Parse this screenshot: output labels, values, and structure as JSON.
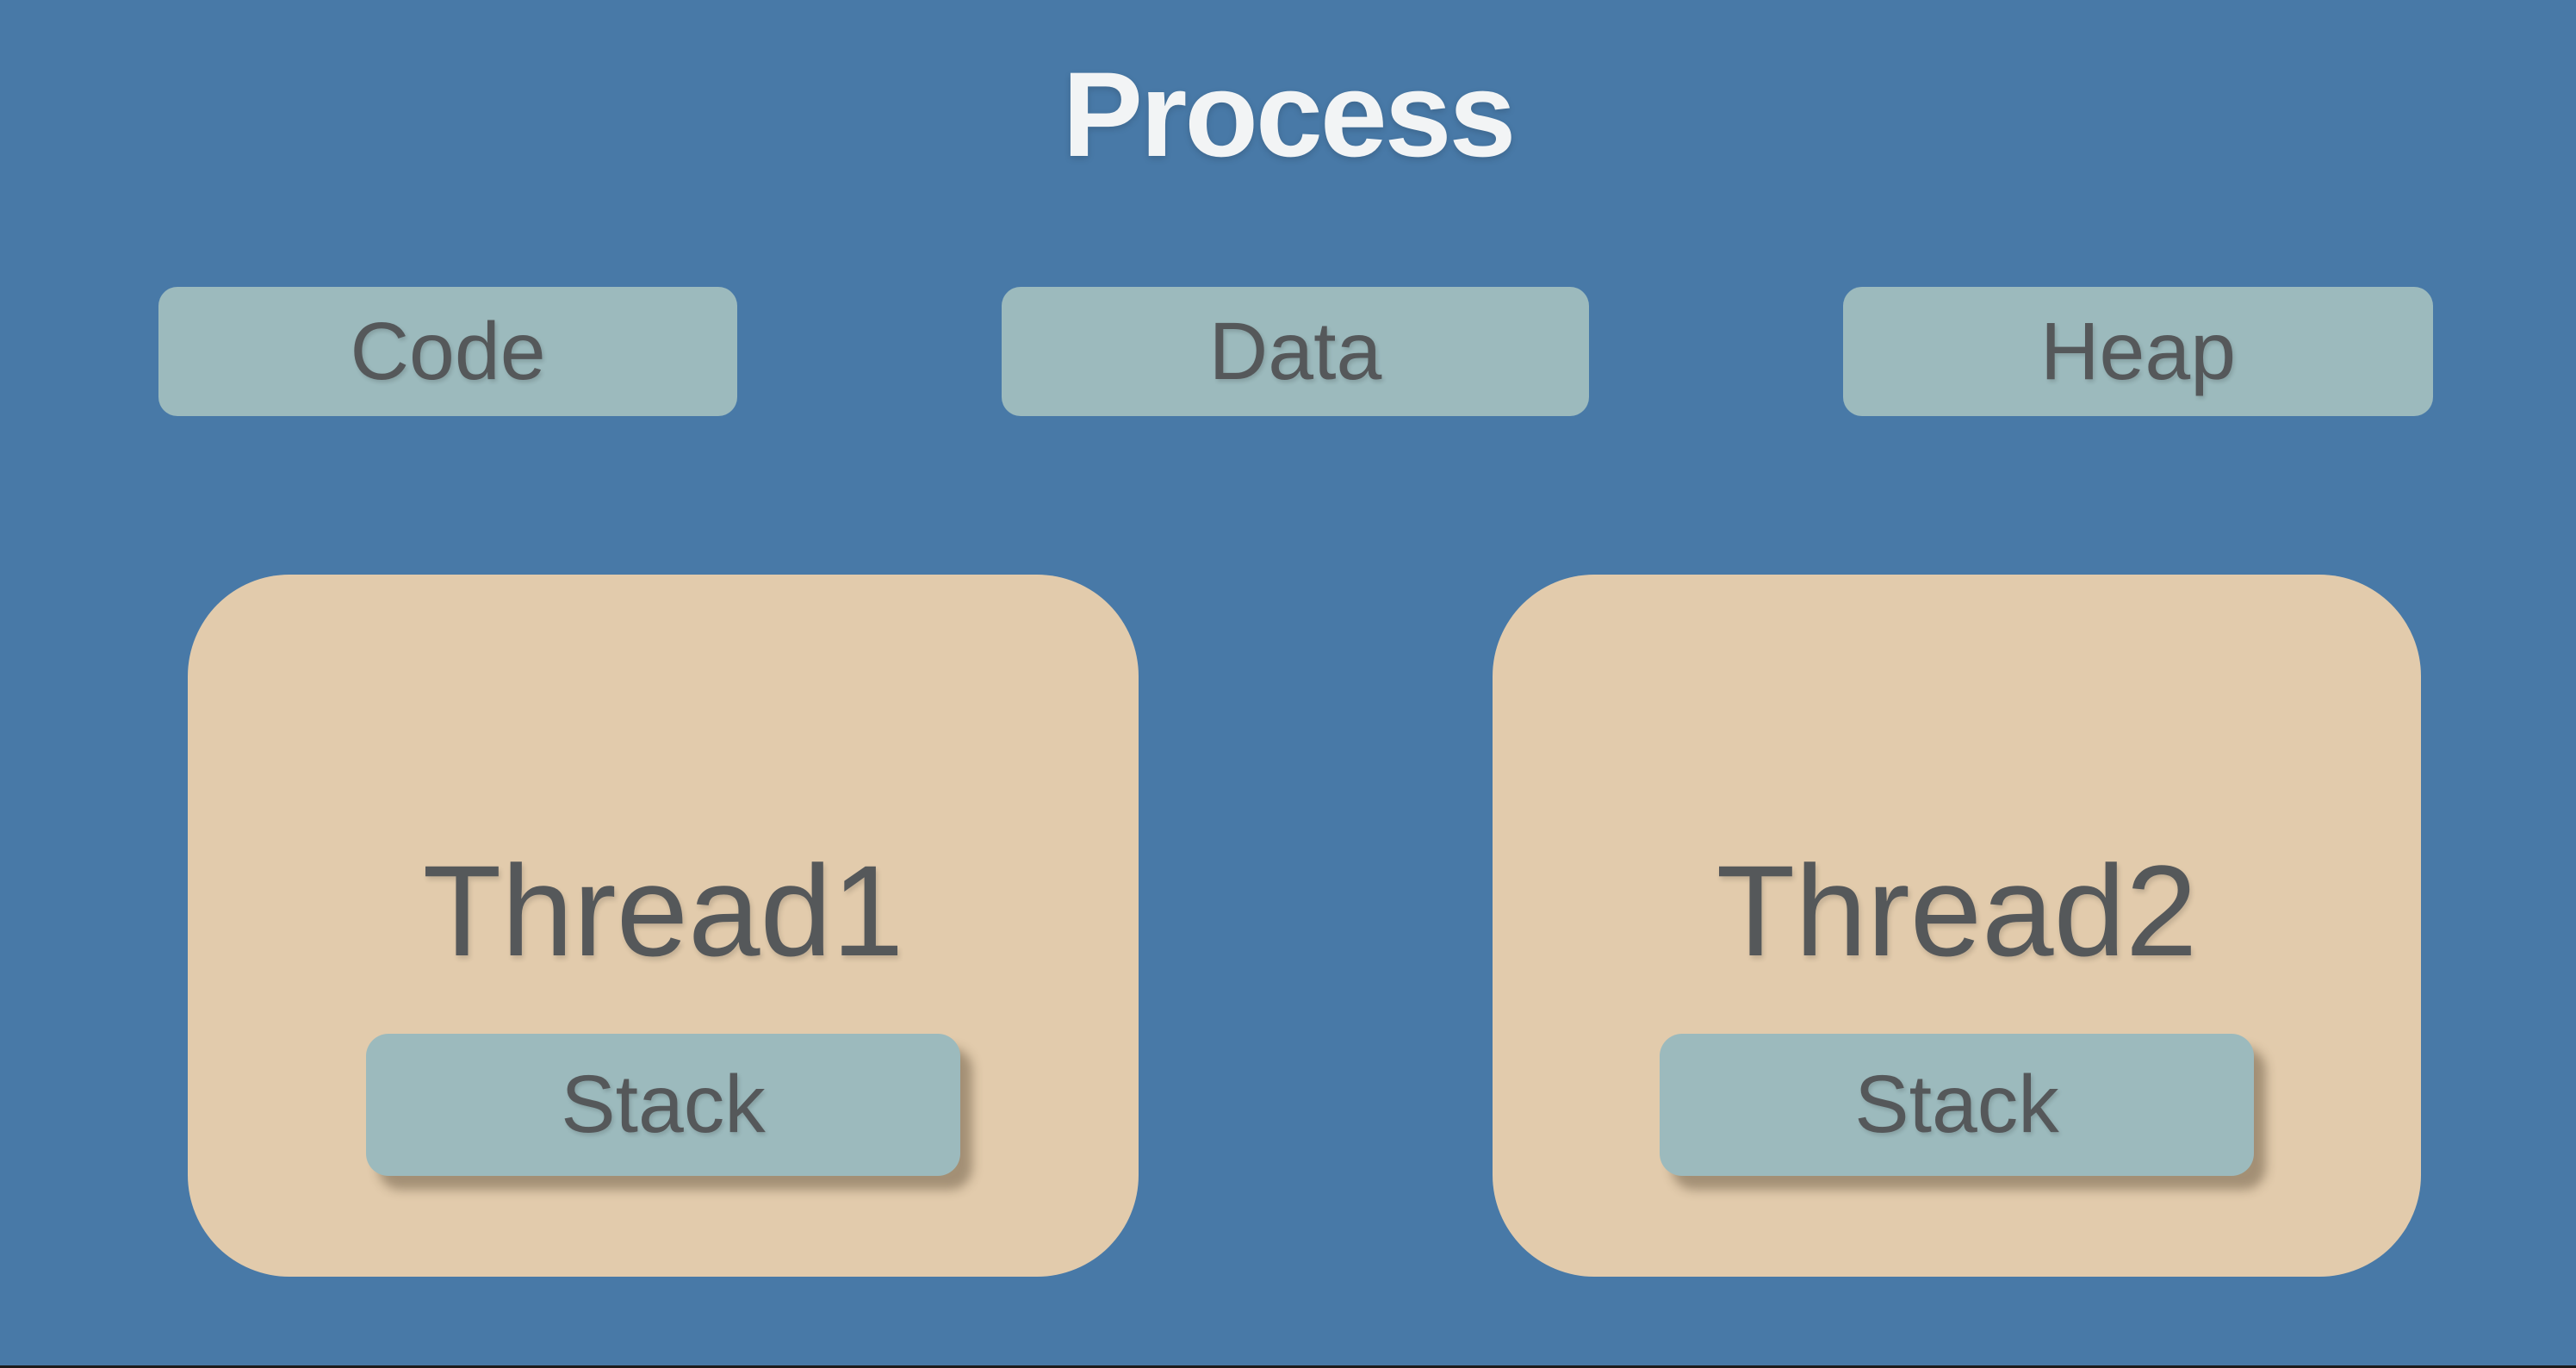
{
  "title": "Process",
  "colors": {
    "background": "#4879A7",
    "segment_box": "#9CBABD",
    "thread_box": "#E2CBAC",
    "label_text": "#55585A",
    "title_text": "#F2F4F5"
  },
  "segments": [
    {
      "label": "Code"
    },
    {
      "label": "Data"
    },
    {
      "label": "Heap"
    }
  ],
  "threads": [
    {
      "label": "Thread1",
      "stack_label": "Stack"
    },
    {
      "label": "Thread2",
      "stack_label": "Stack"
    }
  ]
}
